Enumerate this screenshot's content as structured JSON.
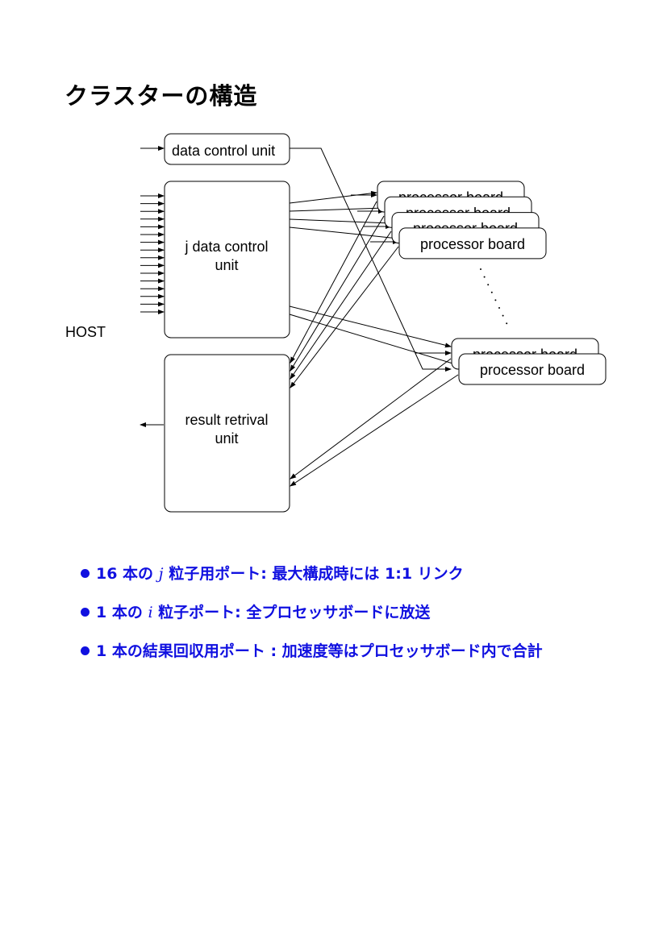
{
  "title": "クラスターの構造",
  "diagram": {
    "host_label": "HOST",
    "data_control_unit": "data control unit",
    "j_data_control_unit": [
      "j data control",
      "unit"
    ],
    "result_retrival_unit": [
      "result retrival",
      "unit"
    ],
    "processor_board": "processor board",
    "j_input_port_count": 16,
    "processor_board_group1_count": 4,
    "processor_board_group2_count": 2
  },
  "bullets": [
    {
      "prefix": "16 本の ",
      "var": "j",
      "suffix": " 粒子用ポート: 最大構成時には 1:1 リンク"
    },
    {
      "prefix": "1 本の ",
      "var": "i",
      "suffix": " 粒子ポート: 全プロセッサボードに放送"
    },
    {
      "prefix": "1 本の結果回収用ポート : 加速度等はプロセッサボード内で合計",
      "var": "",
      "suffix": ""
    }
  ],
  "colors": {
    "bullet_text": "#1010e0",
    "line": "#000000"
  }
}
